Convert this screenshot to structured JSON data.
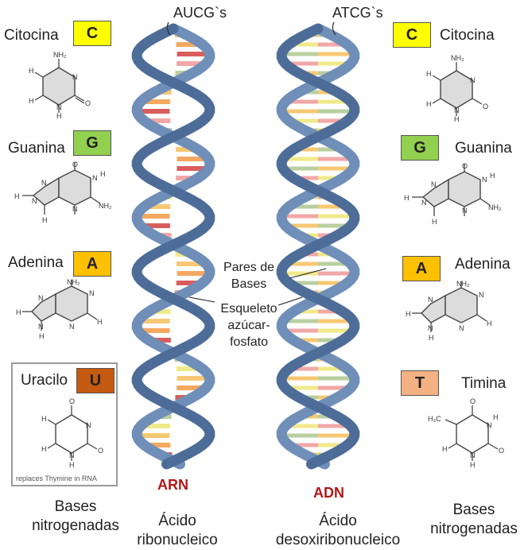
{
  "left": {
    "bases": [
      {
        "name": "Citocina",
        "letter": "C",
        "color": "#ffff00"
      },
      {
        "name": "Guanina",
        "letter": "G",
        "color": "#92d050"
      },
      {
        "name": "Adenina",
        "letter": "A",
        "color": "#ffc000"
      },
      {
        "name": "Uracilo",
        "letter": "U",
        "color": "#c55a11"
      }
    ],
    "uracil_note": "replaces Thymine in RNA",
    "caption": [
      "Bases",
      "nitrogenadas"
    ]
  },
  "right": {
    "bases": [
      {
        "name": "Citocina",
        "letter": "C",
        "color": "#ffff00"
      },
      {
        "name": "Guanina",
        "letter": "G",
        "color": "#92d050"
      },
      {
        "name": "Adenina",
        "letter": "A",
        "color": "#ffc000"
      },
      {
        "name": "Timina",
        "letter": "T",
        "color": "#f4b183"
      }
    ],
    "caption": [
      "Bases",
      "nitrogenadas"
    ]
  },
  "rna": {
    "top_label": "AUCG`s",
    "title": "ARN",
    "caption": [
      "Ácido",
      "ribonucleico"
    ]
  },
  "dna": {
    "top_label": "ATCG`s",
    "title": "ADN",
    "caption": [
      "Ácido",
      "desoxiribonucleico"
    ]
  },
  "annotations": {
    "pairs": [
      "Pares de",
      "Bases"
    ],
    "backbone": [
      "Esqueleto",
      "azúcar-",
      "fosfato"
    ]
  },
  "molecule_atoms": {
    "N": "N",
    "O": "O",
    "H": "H",
    "NH2": "NH₂",
    "H3C": "H₃C"
  },
  "colors": {
    "backbone": "#6f8fb8",
    "backbone_dark": "#4d6d98",
    "title": "#b01818",
    "rung_colors": [
      "#f7c873",
      "#f0ea8a",
      "#b9cfa0",
      "#f2a7a7",
      "#d95d5d",
      "#f4a860"
    ]
  }
}
